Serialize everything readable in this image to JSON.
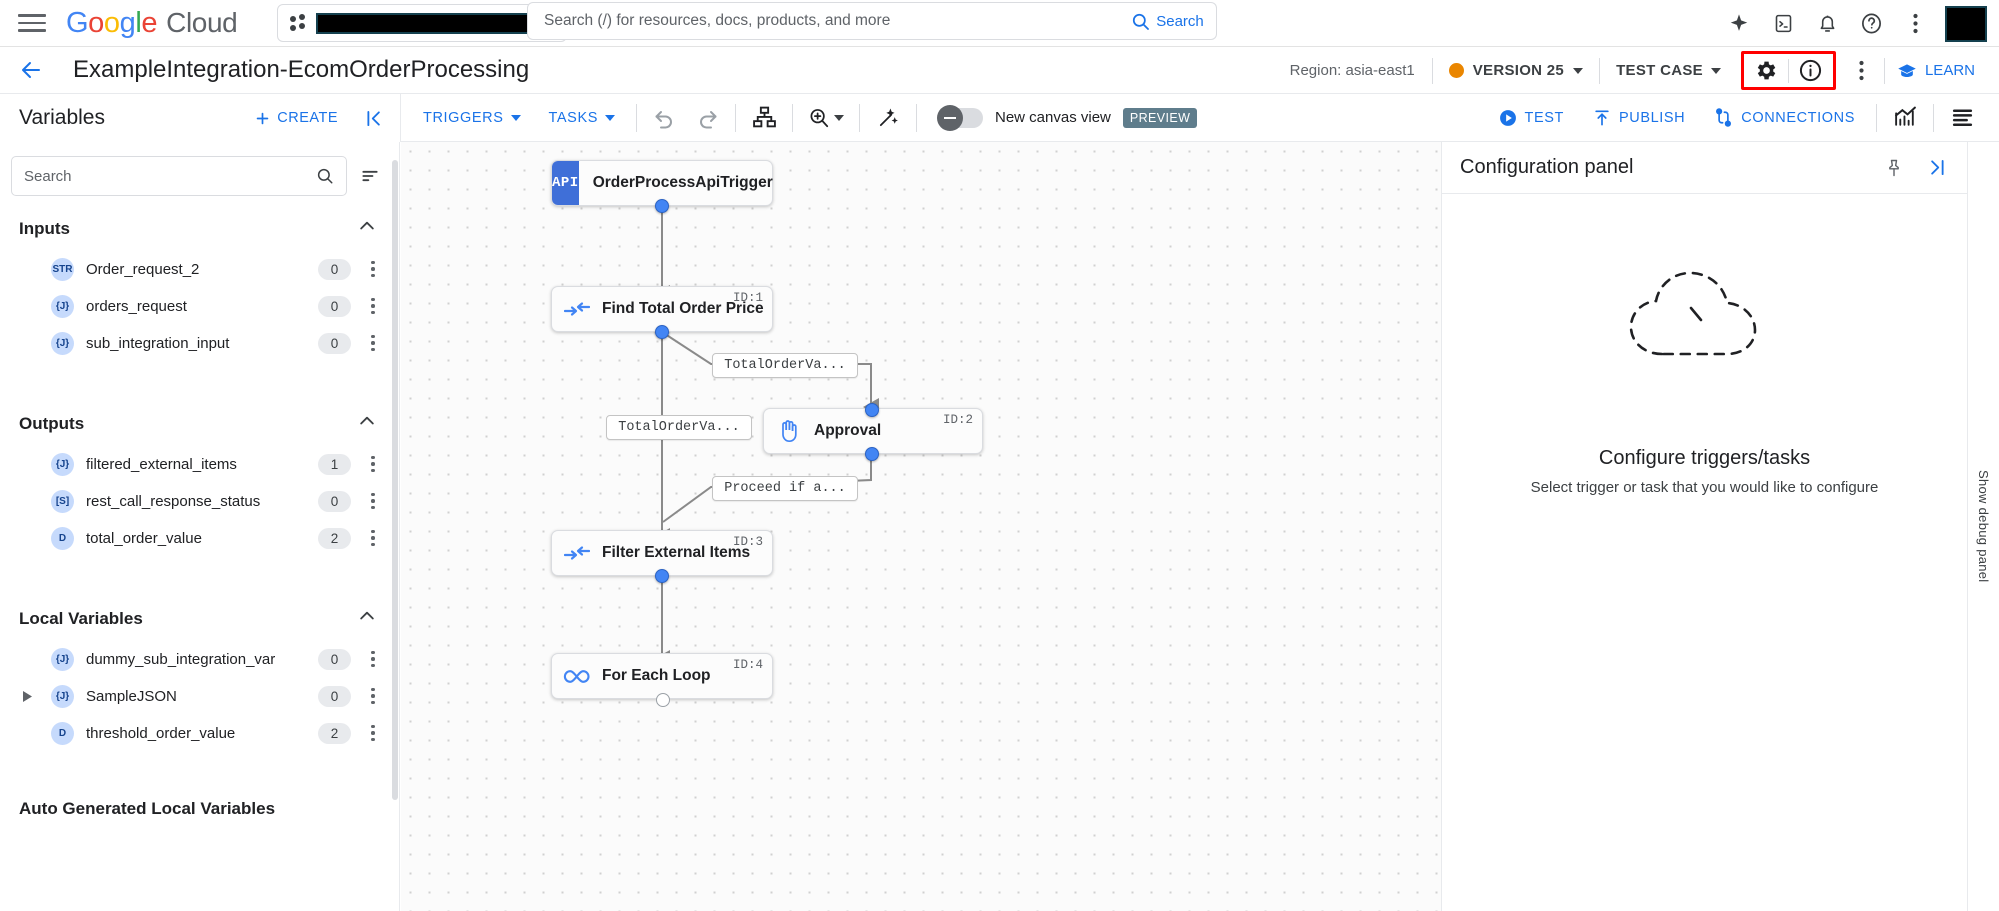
{
  "header": {
    "menu_icon": "hamburger-menu-icon",
    "brand": {
      "google": "Google",
      "cloud": "Cloud"
    },
    "project_selector": {
      "value": "",
      "icon": "project-dots-icon"
    },
    "search": {
      "placeholder": "Search (/) for resources, docs, products, and more",
      "value": ""
    },
    "search_button": "Search",
    "icons": [
      "gemini-spark-icon",
      "cloud-shell-icon",
      "notifications-bell-icon",
      "help-question-icon",
      "more-vertical-icon"
    ]
  },
  "titlebar": {
    "back": "back-arrow-icon",
    "title": "ExampleIntegration-EcomOrderProcessing",
    "region": "Region: asia-east1",
    "version": "VERSION 25",
    "version_dot_color": "#ea8600",
    "test_case": "TEST CASE",
    "settings_icon": "gear-icon",
    "info_icon": "info-circle-icon",
    "more_icon": "more-vertical-icon",
    "learn": "LEARN",
    "highlight_color": "#ff0000"
  },
  "variables_panel": {
    "title": "Variables",
    "create_label": "CREATE",
    "collapse_icon": "collapse-left-icon",
    "search": {
      "placeholder": "Search",
      "value": ""
    },
    "filter_icon": "filter-list-icon",
    "sections": [
      {
        "title": "Inputs",
        "expanded": true,
        "items": [
          {
            "type": "STR",
            "name": "Order_request_2",
            "count": "0",
            "expandable": false
          },
          {
            "type": "{J}",
            "name": "orders_request",
            "count": "0",
            "expandable": false
          },
          {
            "type": "{J}",
            "name": "sub_integration_input",
            "count": "0",
            "expandable": false
          }
        ]
      },
      {
        "title": "Outputs",
        "expanded": true,
        "items": [
          {
            "type": "{J}",
            "name": "filtered_external_items",
            "count": "1",
            "expandable": false
          },
          {
            "type": "[S]",
            "name": "rest_call_response_status",
            "count": "0",
            "expandable": false
          },
          {
            "type": "D",
            "name": "total_order_value",
            "count": "2",
            "expandable": false
          }
        ]
      },
      {
        "title": "Local Variables",
        "expanded": true,
        "items": [
          {
            "type": "{J}",
            "name": "dummy_sub_integration_var",
            "count": "0",
            "expandable": false
          },
          {
            "type": "{J}",
            "name": "SampleJSON",
            "count": "0",
            "expandable": true
          },
          {
            "type": "D",
            "name": "threshold_order_value",
            "count": "2",
            "expandable": false
          }
        ]
      },
      {
        "title": "Auto Generated Local Variables",
        "expanded": true,
        "items": []
      }
    ]
  },
  "canvas_toolbar": {
    "triggers": "TRIGGERS",
    "tasks": "TASKS",
    "undo_icon": "undo-icon",
    "redo_icon": "redo-icon",
    "layout_icon": "auto-layout-icon",
    "zoom_icon": "zoom-in-icon",
    "wand_icon": "magic-wand-icon",
    "toggle_label": "New canvas view",
    "toggle_state": "off",
    "preview_badge": "PREVIEW",
    "test": "TEST",
    "publish": "PUBLISH",
    "connections": "CONNECTIONS",
    "monitoring_icon": "analytics-chart-icon",
    "logs_icon": "logs-list-icon"
  },
  "flow": {
    "nodes": [
      {
        "label": "OrderProcessApiTrigger",
        "id": "",
        "icon": "api-badge",
        "kind": "trigger"
      },
      {
        "label": "Find Total Order Price",
        "id": "ID:1",
        "icon": "data-mapping-icon",
        "kind": "task"
      },
      {
        "label": "Approval",
        "id": "ID:2",
        "icon": "hand-approval-icon",
        "kind": "task"
      },
      {
        "label": "Filter External Items",
        "id": "ID:3",
        "icon": "data-mapping-icon",
        "kind": "task"
      },
      {
        "label": "For Each Loop",
        "id": "ID:4",
        "icon": "infinity-loop-icon",
        "kind": "task"
      }
    ],
    "edge_labels": [
      "TotalOrderVa...",
      "TotalOrderVa...",
      "Proceed if a..."
    ]
  },
  "config_panel": {
    "title": "Configuration panel",
    "pin_icon": "pin-icon",
    "expand_icon": "expand-right-icon",
    "empty_title": "Configure triggers/tasks",
    "empty_subtitle": "Select trigger or task that you would like to configure",
    "empty_art": "dashed-cloud-icon"
  },
  "debug_rail": {
    "label": "Show debug panel"
  }
}
